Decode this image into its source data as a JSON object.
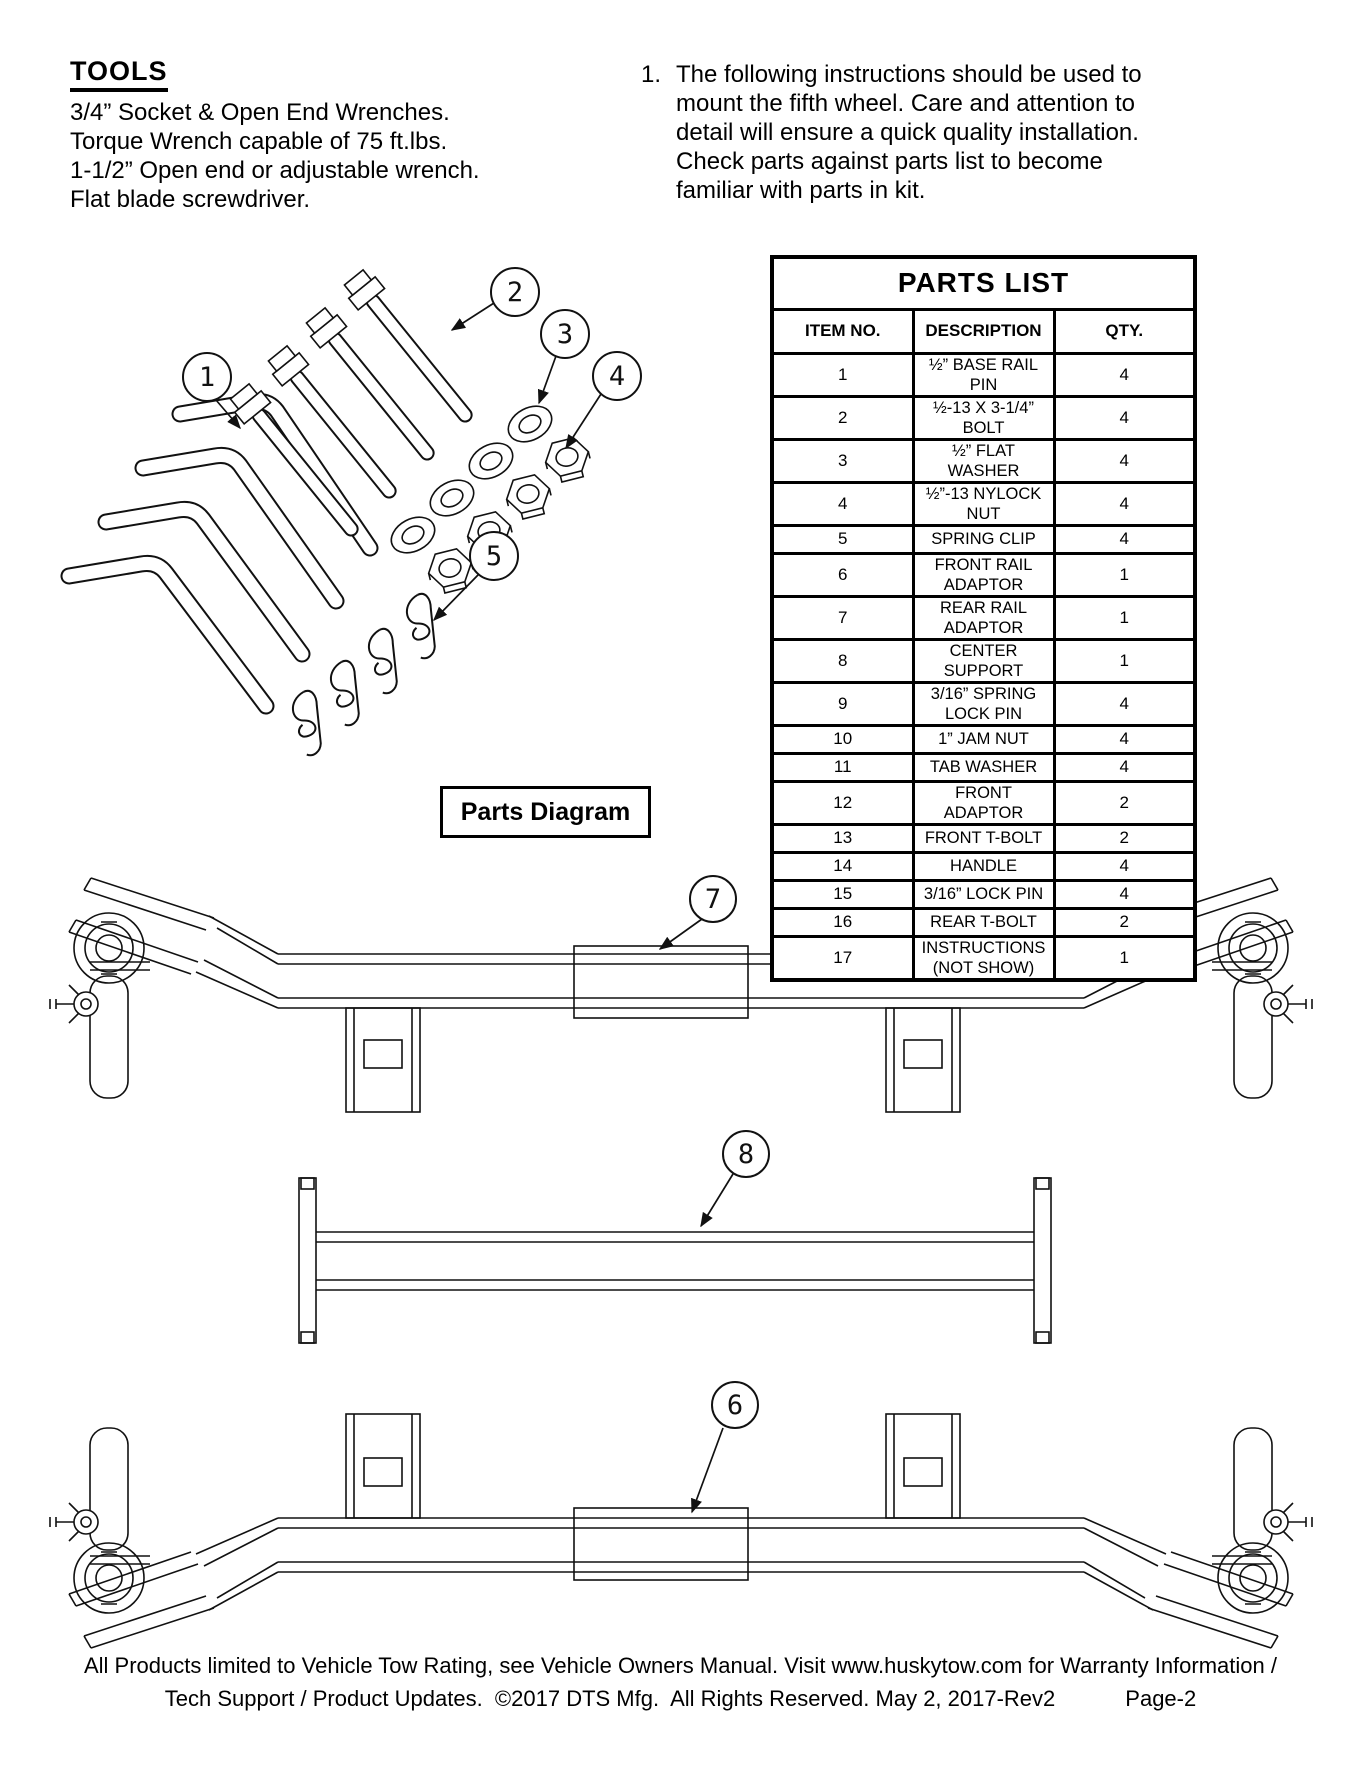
{
  "tools": {
    "heading": "TOOLS",
    "items": [
      "3/4” Socket & Open End Wrenches.",
      "Torque Wrench capable of 75 ft.lbs.",
      "1-1/2” Open end or adjustable wrench.",
      "Flat blade screwdriver."
    ]
  },
  "instruction": {
    "number": "1.",
    "text": "The following instructions should be used to mount the fifth wheel. Care and attention to detail will ensure a quick quality installation. Check parts against parts list to become familiar with parts in kit."
  },
  "parts_list": {
    "title": "PARTS LIST",
    "columns": [
      "ITEM NO.",
      "DESCRIPTION",
      "QTY."
    ],
    "rows": [
      {
        "item": "1",
        "description": "½” BASE RAIL PIN",
        "qty": "4"
      },
      {
        "item": "2",
        "description": "½-13 X 3-1/4” BOLT",
        "qty": "4"
      },
      {
        "item": "3",
        "description": "½” FLAT WASHER",
        "qty": "4"
      },
      {
        "item": "4",
        "description": "½”-13 NYLOCK NUT",
        "qty": "4"
      },
      {
        "item": "5",
        "description": "SPRING CLIP",
        "qty": "4"
      },
      {
        "item": "6",
        "description": "FRONT RAIL ADAPTOR",
        "qty": "1"
      },
      {
        "item": "7",
        "description": "REAR RAIL ADAPTOR",
        "qty": "1"
      },
      {
        "item": "8",
        "description": "CENTER SUPPORT",
        "qty": "1"
      },
      {
        "item": "9",
        "description": "3/16” SPRING LOCK PIN",
        "qty": "4"
      },
      {
        "item": "10",
        "description": "1” JAM NUT",
        "qty": "4"
      },
      {
        "item": "11",
        "description": "TAB WASHER",
        "qty": "4"
      },
      {
        "item": "12",
        "description": "FRONT  ADAPTOR",
        "qty": "2"
      },
      {
        "item": "13",
        "description": "FRONT T-BOLT",
        "qty": "2"
      },
      {
        "item": "14",
        "description": "HANDLE",
        "qty": "4"
      },
      {
        "item": "15",
        "description": "3/16” LOCK PIN",
        "qty": "4"
      },
      {
        "item": "16",
        "description": "REAR T-BOLT",
        "qty": "2"
      },
      {
        "item": "17",
        "description": "INSTRUCTIONS\n(NOT SHOW)",
        "qty": "1"
      }
    ]
  },
  "parts_diagram_label": "Parts Diagram",
  "callouts": {
    "c1": "1",
    "c2": "2",
    "c3": "3",
    "c4": "4",
    "c5": "5",
    "c6": "6",
    "c7": "7",
    "c8": "8"
  },
  "footer": {
    "line1": "All Products limited to Vehicle Tow Rating, see Vehicle Owners Manual. Visit www.huskytow.com for Warranty Information /",
    "line2": "Tech Support / Product Updates.  ©2017 DTS Mfg.  All Rights Reserved. May 2, 2017-Rev2",
    "page": "Page-2"
  }
}
